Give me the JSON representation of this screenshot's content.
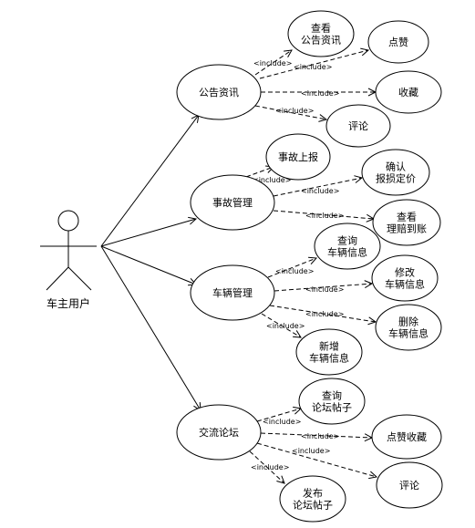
{
  "actor": {
    "label": "车主用户"
  },
  "include_label": "<include>",
  "use_cases": {
    "announcement": [
      "公告资讯"
    ],
    "view_announcement": [
      "查看",
      "公告资讯"
    ],
    "like": [
      "点赞"
    ],
    "collect": [
      "收藏"
    ],
    "comment_a": [
      "评论"
    ],
    "accident": [
      "事故管理"
    ],
    "accident_report": [
      "事故上报"
    ],
    "confirm_price": [
      "确认",
      "报损定价"
    ],
    "view_claim": [
      "查看",
      "理赔到账"
    ],
    "vehicle": [
      "车辆管理"
    ],
    "query_vehicle": [
      "查询",
      "车辆信息"
    ],
    "modify_vehicle": [
      "修改",
      "车辆信息"
    ],
    "delete_vehicle": [
      "删除",
      "车辆信息"
    ],
    "add_vehicle": [
      "新增",
      "车辆信息"
    ],
    "forum": [
      "交流论坛"
    ],
    "query_post": [
      "查询",
      "论坛帖子"
    ],
    "like_collect": [
      "点赞收藏"
    ],
    "comment_b": [
      "评论"
    ],
    "publish_post": [
      "发布",
      "论坛帖子"
    ]
  }
}
